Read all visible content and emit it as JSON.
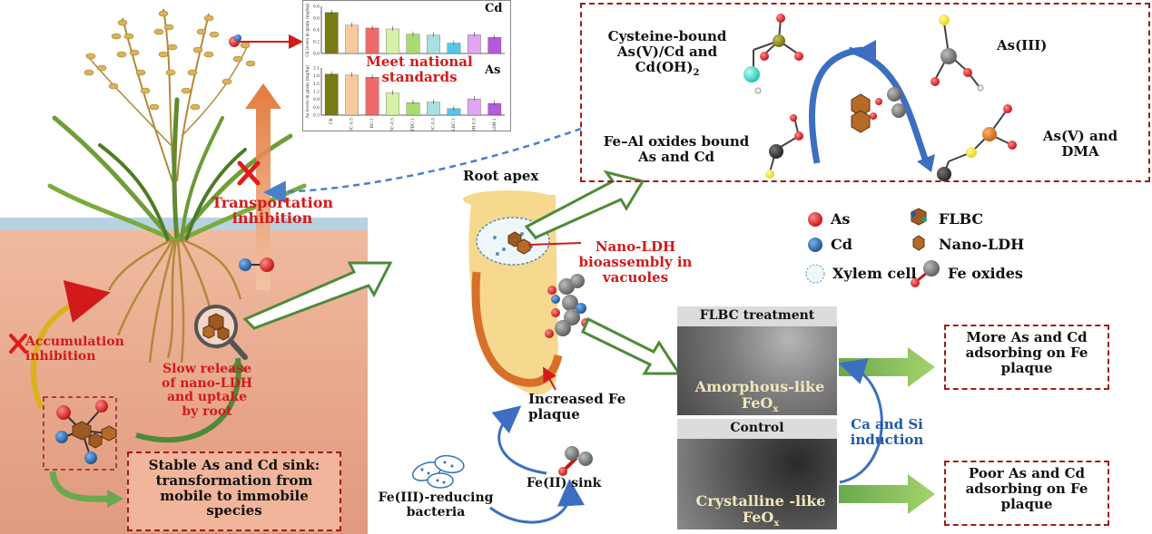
{
  "colors": {
    "soil": "#e7a98a",
    "root_apex": "#f6d98e",
    "root_edge": "#d8702a",
    "red_text": "#d21a1a",
    "blue_text": "#1f5aa8",
    "green_arrow": "#6aa84f",
    "blue_arrow": "#3d6fc0",
    "dash_box": "#9e1d1d"
  },
  "chart_cd": {
    "label": "Cd",
    "ylabel": "Cd levels in grain (mg/kg)",
    "ticks": [
      "0.8",
      "0.6",
      "0.4",
      "0.2",
      "0.0"
    ]
  },
  "chart_as": {
    "label": "As",
    "ylabel": "As levels in grain (mg/kg)",
    "ticks": [
      "2.1",
      "1.8",
      "1.5",
      "1.2",
      "0.9",
      "0.6",
      "0.3"
    ]
  },
  "chart_note": "Meet national standards",
  "chart_categories": [
    "CK",
    "BC-0.5",
    "BC-1",
    "FBC-0.5",
    "FBC-1",
    "FLBC-0.5",
    "FLBC-1",
    "LDH-0.5",
    "LDH-1"
  ],
  "chart_data": [
    {
      "type": "bar",
      "title": "Cd",
      "ylabel": "Cd levels in grain (mg/kg)",
      "ylim": [
        0,
        1.0
      ],
      "categories": [
        "CK",
        "BC-0.5",
        "BC-1",
        "FBC-0.5",
        "FBC-1",
        "FLBC-0.5",
        "FLBC-1",
        "LDH-0.5",
        "LDH-1"
      ],
      "values": [
        0.87,
        0.6,
        0.54,
        0.52,
        0.41,
        0.39,
        0.22,
        0.4,
        0.34
      ],
      "colors": [
        "#7a7a12",
        "#f6c99e",
        "#ef6a6a",
        "#d6f0a8",
        "#a8dc70",
        "#a8dfe0",
        "#53c7e7",
        "#e0a6f0",
        "#b35adf"
      ]
    },
    {
      "type": "bar",
      "title": "As",
      "ylabel": "As levels in grain (mg/kg)",
      "ylim": [
        0.3,
        2.1
      ],
      "categories": [
        "CK",
        "BC-0.5",
        "BC-1",
        "FBC-0.5",
        "FBC-1",
        "FLBC-0.5",
        "FLBC-1",
        "LDH-0.5",
        "LDH-1"
      ],
      "values": [
        1.87,
        1.83,
        1.75,
        1.15,
        0.78,
        0.8,
        0.55,
        0.92,
        0.75
      ],
      "colors": [
        "#7a7a12",
        "#f6c99e",
        "#ef6a6a",
        "#d6f0a8",
        "#a8dc70",
        "#a8dfe0",
        "#53c7e7",
        "#e0a6f0",
        "#b35adf"
      ]
    }
  ],
  "labels": {
    "transport": "Transportation inhibition",
    "accumulation": "Accumulation inhibition",
    "slow_release": "Slow release of nano-LDH and uptake by root",
    "stable_sink": "Stable As and Cd sink: transformation from mobile to immobile species",
    "root_apex": "Root apex",
    "nano_bio": "Nano-LDH bioassembly in vacuoles",
    "increased_fe": "Increased Fe plaque",
    "fe2_sink": "Fe(II) sink",
    "fe3_bacteria": "Fe(III)-reducing bacteria",
    "cysteine": "Cysteine-bound As(V)/Cd and Cd(OH)",
    "cysteine_sub": "2",
    "as3": "As(III)",
    "fe_al": "Fe–Al oxides bound As and Cd",
    "as5": "As(V) and DMA",
    "flbc_treat": "FLBC treatment",
    "amorphous": "Amorphous-like FeO",
    "control": "Control",
    "crystalline": "Crystalline -like FeO",
    "sub_x": "x",
    "ca_si": "Ca and Si induction",
    "more_as": "More As and Cd adsorbing on Fe plaque",
    "poor_as": "Poor As and Cd adsorbing on Fe plaque"
  },
  "legend": {
    "as": "As",
    "flbc": "FLBC",
    "cd": "Cd",
    "nano_ldh": "Nano-LDH",
    "xylem": "Xylem cell",
    "fe_oxides": "Fe oxides"
  }
}
